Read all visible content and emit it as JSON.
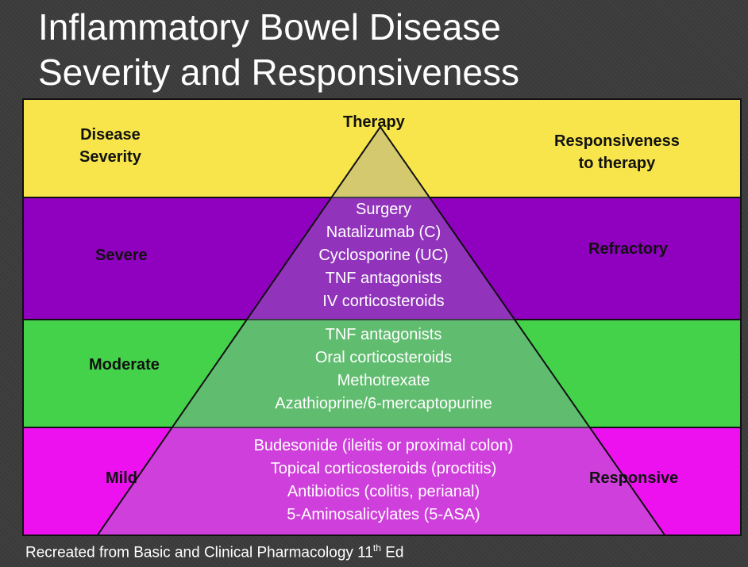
{
  "title": {
    "line1": "Inflammatory Bowel Disease",
    "line2": "Severity and Responsiveness"
  },
  "header": {
    "left": "Disease",
    "left2": "Severity",
    "center": "Therapy",
    "right": "Responsiveness",
    "right2": "to therapy"
  },
  "colors": {
    "header": "#f7e54b",
    "severe": "#8f00bf",
    "moderate": "#44d24a",
    "mild": "#ee11f0"
  },
  "levels": [
    {
      "severity": "Severe",
      "response": "Refractory",
      "therapies": [
        "Surgery",
        "Natalizumab (C)",
        "Cyclosporine (UC)",
        "TNF antagonists",
        "IV corticosteroids"
      ]
    },
    {
      "severity": "Moderate",
      "response": "",
      "therapies": [
        "TNF antagonists",
        "Oral corticosteroids",
        "Methotrexate",
        "Azathioprine/6-mercaptopurine"
      ]
    },
    {
      "severity": "Mild",
      "response": "Responsive",
      "therapies": [
        "Budesonide (ileitis or proximal colon)",
        "Topical corticosteroids (proctitis)",
        "Antibiotics (colitis, perianal)",
        "5-Aminosalicylates (5-ASA)"
      ]
    }
  ],
  "footer": {
    "text": "Recreated from Basic and Clinical Pharmacology 11",
    "sup": "th",
    "tail": " Ed"
  }
}
